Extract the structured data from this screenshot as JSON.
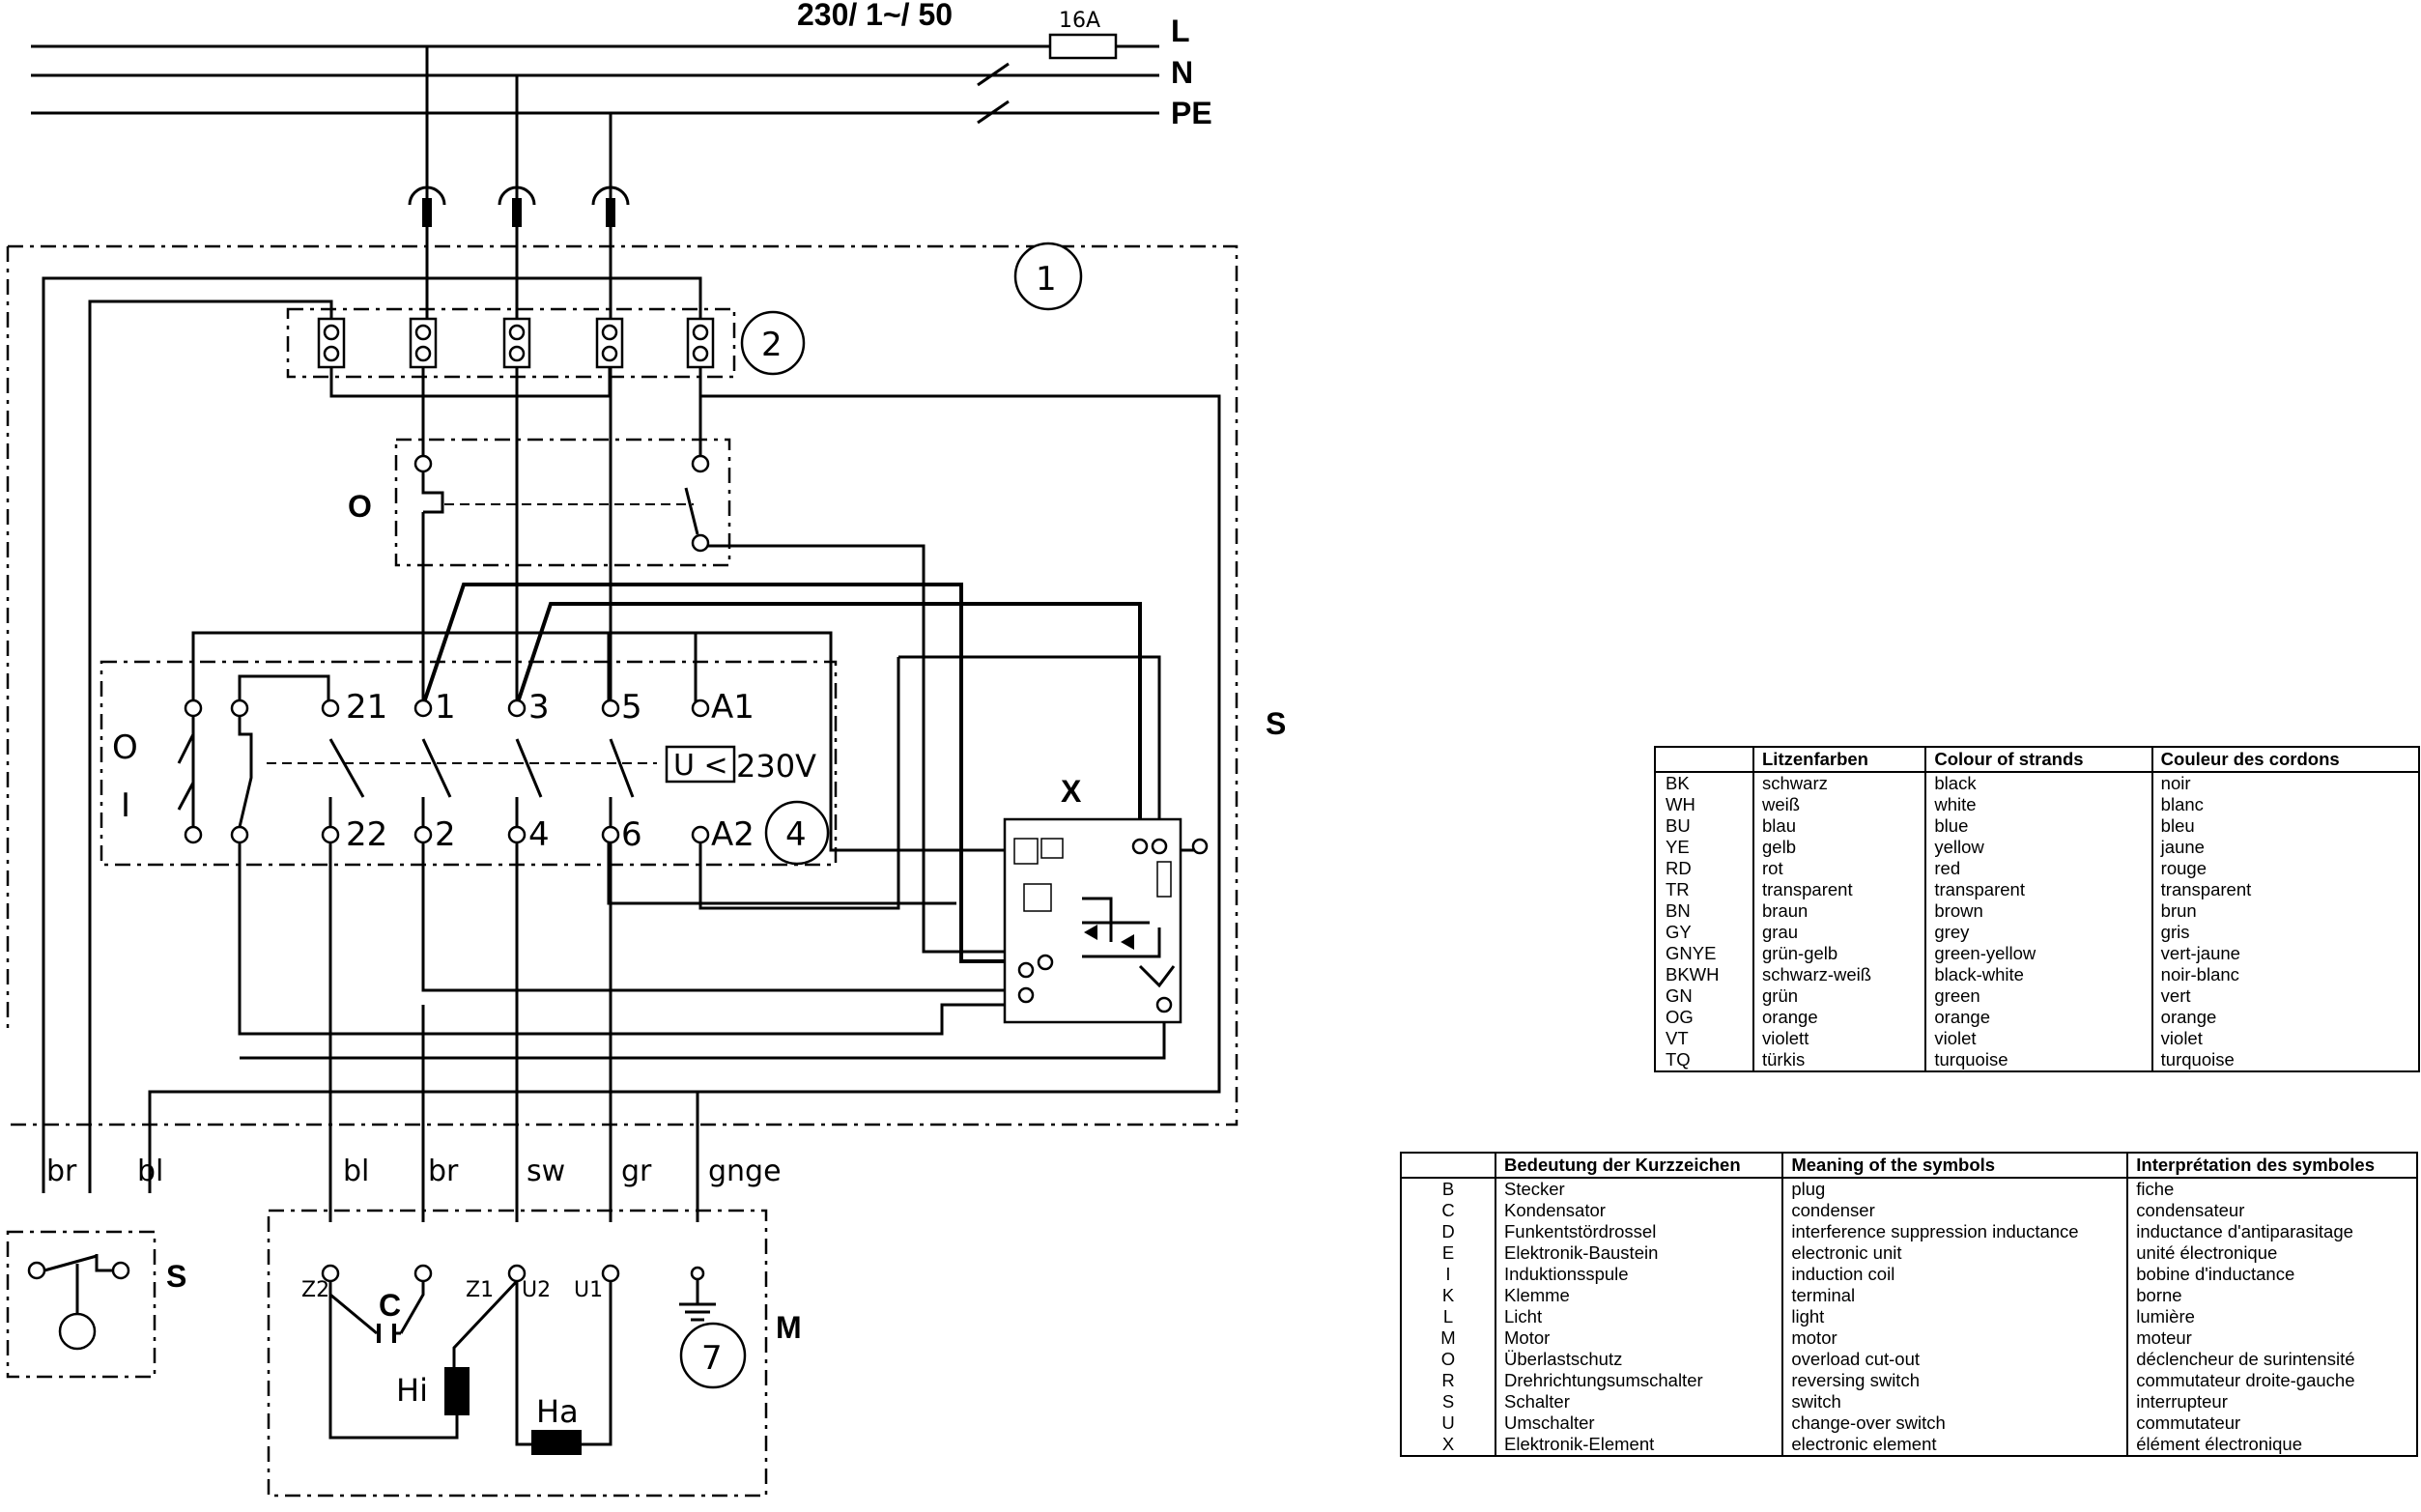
{
  "supply": {
    "spec": "230/ 1~/ 50",
    "fuse": "16A",
    "line_l": "L",
    "line_n": "N",
    "line_pe": "PE"
  },
  "components": {
    "housing": "1",
    "terminal_block": "2",
    "reversing_switch": "4",
    "motor_num": "7",
    "overload": "O",
    "switch_right": "S",
    "electronic": "X",
    "switch_s": "S",
    "capacitor": "C",
    "motor": "M",
    "winding_aux": "Hi",
    "winding_main": "Ha",
    "voltage_relay": "U <",
    "voltage": "230V"
  },
  "switch_labels": {
    "off": "O",
    "on": "I"
  },
  "contacts": [
    "21",
    "1",
    "3",
    "5",
    "A1",
    "22",
    "2",
    "4",
    "6",
    "A2"
  ],
  "motor_terminals": [
    "Z2",
    "Z1",
    "U2",
    "U1"
  ],
  "cable_colors": [
    "br",
    "bl",
    "bl",
    "br",
    "sw",
    "gr",
    "gnge"
  ],
  "strand_colors": {
    "headers": [
      "",
      "Litzenfarben",
      "Colour of strands",
      "Couleur des cordons"
    ],
    "rows": [
      [
        "BK",
        "schwarz",
        "black",
        "noir"
      ],
      [
        "WH",
        "weiß",
        "white",
        "blanc"
      ],
      [
        "BU",
        "blau",
        "blue",
        "bleu"
      ],
      [
        "YE",
        "gelb",
        "yellow",
        "jaune"
      ],
      [
        "RD",
        "rot",
        "red",
        "rouge"
      ],
      [
        "TR",
        "transparent",
        "transparent",
        "transparent"
      ],
      [
        "BN",
        "braun",
        "brown",
        "brun"
      ],
      [
        "GY",
        "grau",
        "grey",
        "gris"
      ],
      [
        "GNYE",
        "grün-gelb",
        "green-yellow",
        "vert-jaune"
      ],
      [
        "BKWH",
        "schwarz-weiß",
        "black-white",
        "noir-blanc"
      ],
      [
        "GN",
        "grün",
        "green",
        "vert"
      ],
      [
        "OG",
        "orange",
        "orange",
        "orange"
      ],
      [
        "VT",
        "violett",
        "violet",
        "violet"
      ],
      [
        "TQ",
        "türkis",
        "turquoise",
        "turquoise"
      ]
    ]
  },
  "symbols": {
    "headers": [
      "",
      "Bedeutung der Kurzzeichen",
      "Meaning of the symbols",
      "Interprétation des symboles"
    ],
    "rows": [
      [
        "B",
        "Stecker",
        "plug",
        "fiche"
      ],
      [
        "C",
        "Kondensator",
        "condenser",
        "condensateur"
      ],
      [
        "D",
        "Funkentstördrossel",
        "interference suppression inductance",
        "inductance d'antiparasitage"
      ],
      [
        "E",
        "Elektronik-Baustein",
        "electronic unit",
        "unité électronique"
      ],
      [
        "I",
        "Induktionsspule",
        "induction coil",
        "bobine d'inductance"
      ],
      [
        "K",
        "Klemme",
        "terminal",
        "borne"
      ],
      [
        "L",
        "Licht",
        "light",
        "lumière"
      ],
      [
        "M",
        "Motor",
        "motor",
        "moteur"
      ],
      [
        "O",
        "Überlastschutz",
        "overload cut-out",
        "déclencheur de surintensité"
      ],
      [
        "R",
        "Drehrichtungsumschalter",
        "reversing switch",
        "commutateur droite-gauche"
      ],
      [
        "S",
        "Schalter",
        "switch",
        "interrupteur"
      ],
      [
        "U",
        "Umschalter",
        "change-over switch",
        "commutateur"
      ],
      [
        "X",
        "Elektronik-Element",
        "electronic element",
        "élément électronique"
      ]
    ]
  }
}
